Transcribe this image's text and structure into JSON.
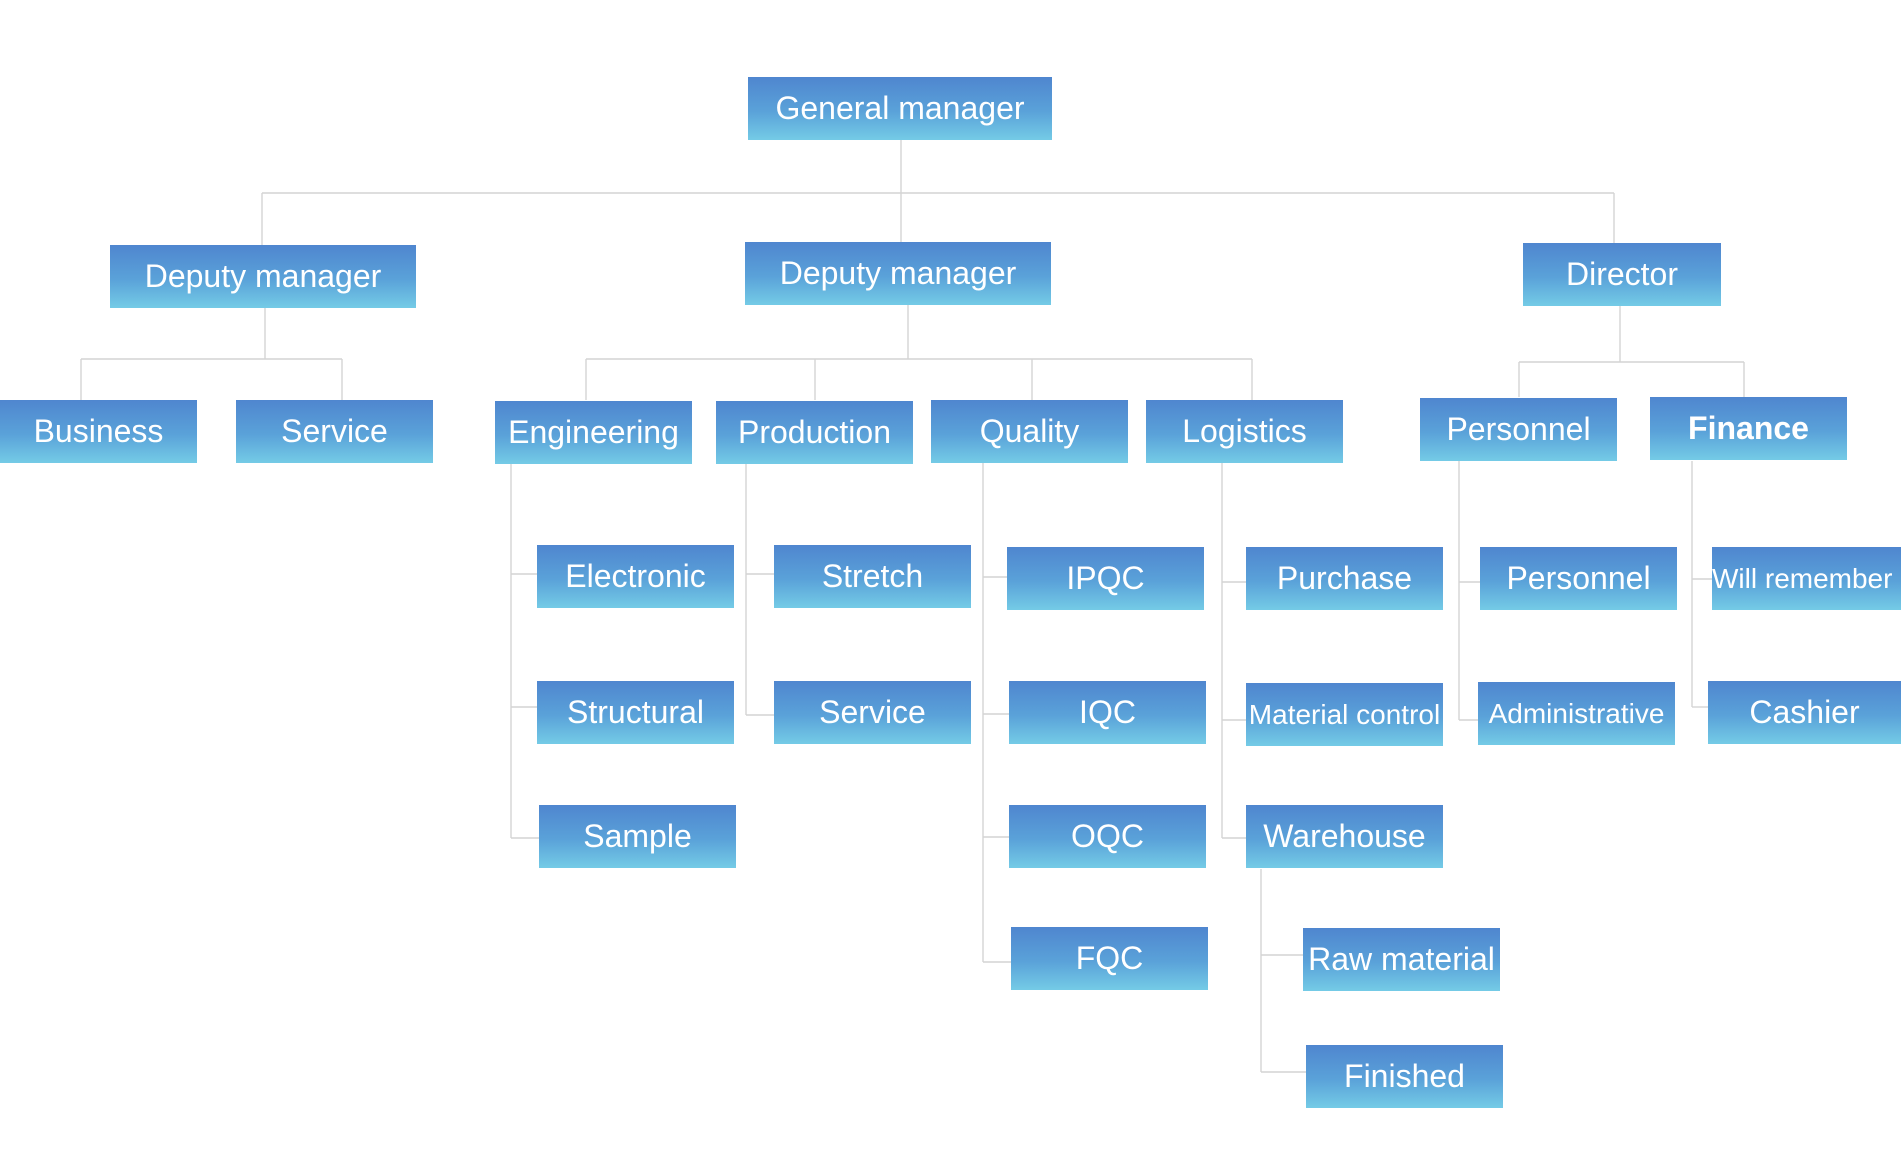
{
  "diagram": {
    "root": "General manager",
    "deputy_left": "Deputy manager",
    "deputy_center": "Deputy manager",
    "director": "Director",
    "business": "Business",
    "service_left": "Service",
    "engineering": "Engineering",
    "production": "Production",
    "quality": "Quality",
    "logistics": "Logistics",
    "personnel_dept": "Personnel",
    "finance": "Finance",
    "electronic": "Electronic",
    "structural": "Structural",
    "sample": "Sample",
    "stretch": "Stretch",
    "service_production": "Service",
    "ipqc": "IPQC",
    "iqc": "IQC",
    "oqc": "OQC",
    "fqc": "FQC",
    "purchase": "Purchase",
    "material_control": "Material control",
    "warehouse": "Warehouse",
    "raw_material": "Raw material",
    "finished": "Finished",
    "personnel": "Personnel",
    "administrative": "Administrative",
    "will_remember": "Will remember",
    "cashier": "Cashier"
  },
  "colors": {
    "box_top": "#4f86cf",
    "box_bottom": "#74cbe6",
    "connector": "#d4d4d4",
    "text": "#ffffff"
  }
}
